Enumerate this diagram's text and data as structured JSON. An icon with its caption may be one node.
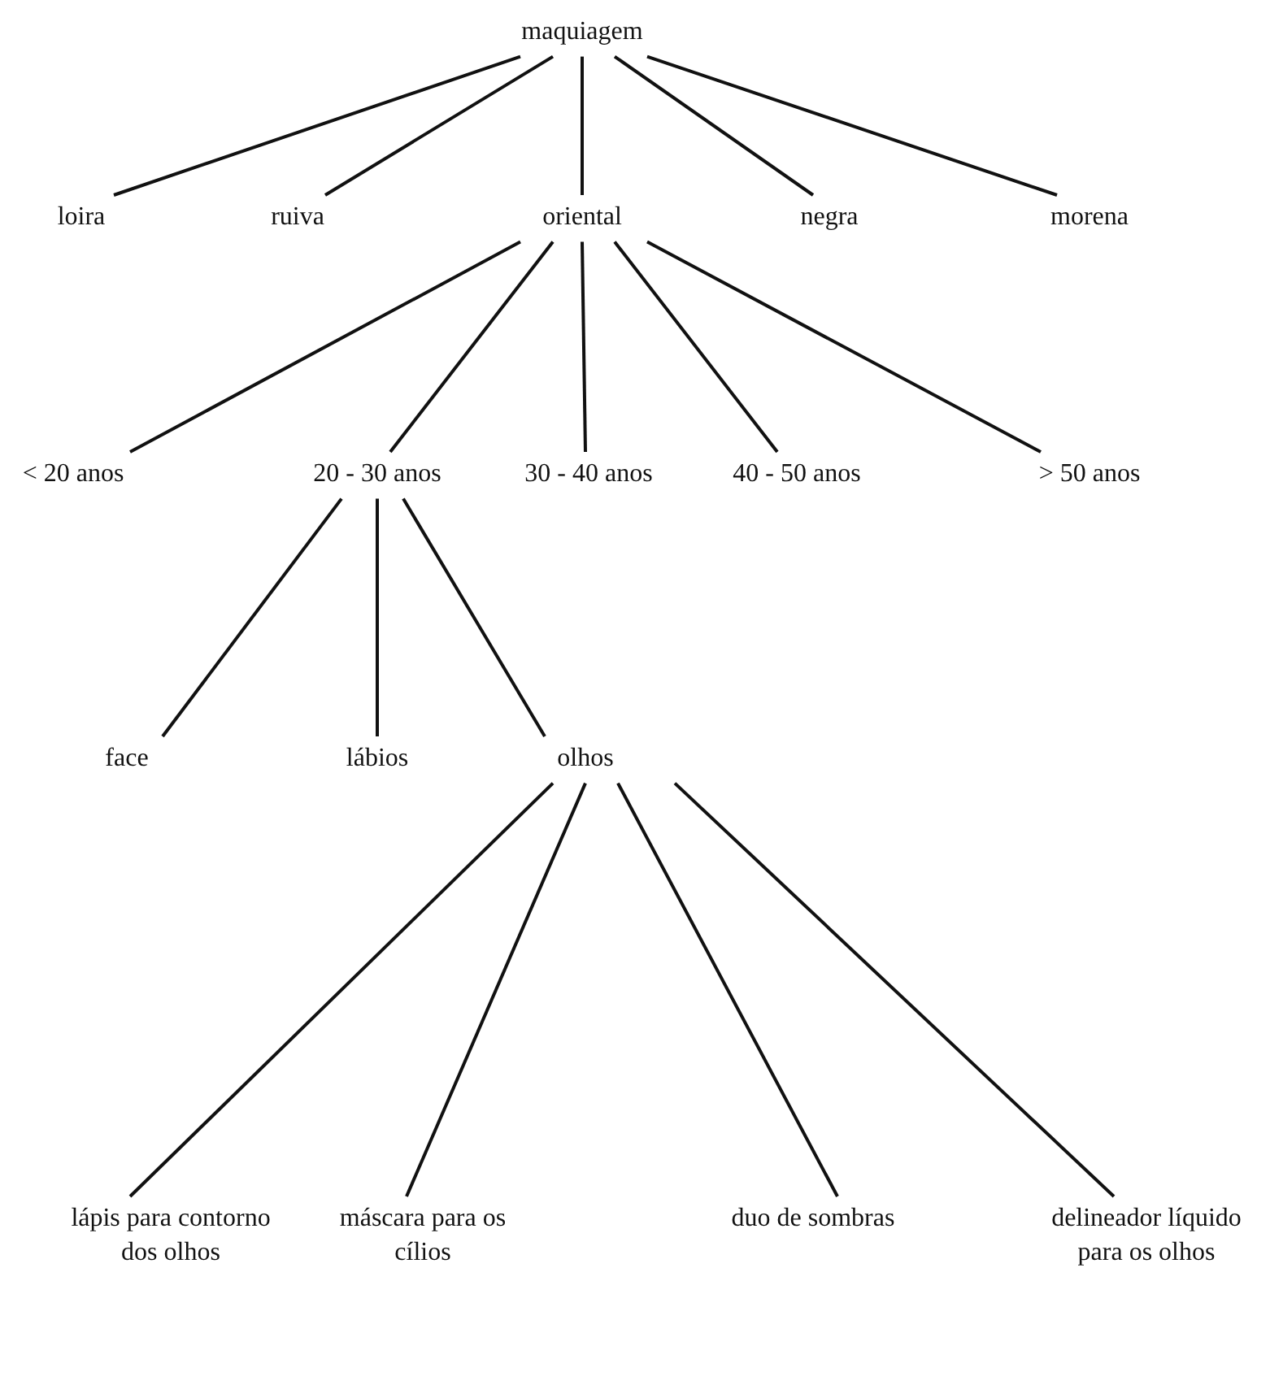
{
  "diagram": {
    "nodes": [
      {
        "text": [
          "maquiagem"
        ]
      },
      {
        "text": [
          "loira"
        ]
      },
      {
        "text": [
          "ruiva"
        ]
      },
      {
        "text": [
          "oriental"
        ]
      },
      {
        "text": [
          "negra"
        ]
      },
      {
        "text": [
          "morena"
        ]
      },
      {
        "text": [
          "< 20 anos"
        ]
      },
      {
        "text": [
          "20 - 30 anos"
        ]
      },
      {
        "text": [
          "30 - 40 anos"
        ]
      },
      {
        "text": [
          "40 - 50 anos"
        ]
      },
      {
        "text": [
          "> 50 anos"
        ]
      },
      {
        "text": [
          "face"
        ]
      },
      {
        "text": [
          "lábios"
        ]
      },
      {
        "text": [
          "olhos"
        ]
      },
      {
        "text": [
          "lápis para contorno dos olhos"
        ]
      },
      {
        "text": [
          "máscara para os cílios"
        ]
      },
      {
        "text": [
          "duo de sombras"
        ]
      },
      {
        "text": [
          "delineador líquido para os olhos"
        ]
      }
    ],
    "edges": [
      {
        "from": 0,
        "to": 1,
        "arrow": "none"
      },
      {
        "from": 0,
        "to": 2,
        "arrow": "none"
      },
      {
        "from": 0,
        "to": 3,
        "arrow": "none"
      },
      {
        "from": 0,
        "to": 4,
        "arrow": "none"
      },
      {
        "from": 0,
        "to": 5,
        "arrow": "none"
      },
      {
        "from": 3,
        "to": 6,
        "arrow": "none"
      },
      {
        "from": 3,
        "to": 7,
        "arrow": "none"
      },
      {
        "from": 3,
        "to": 8,
        "arrow": "none"
      },
      {
        "from": 3,
        "to": 9,
        "arrow": "none"
      },
      {
        "from": 3,
        "to": 10,
        "arrow": "none"
      },
      {
        "from": 7,
        "to": 11,
        "arrow": "none"
      },
      {
        "from": 7,
        "to": 12,
        "arrow": "none"
      },
      {
        "from": 7,
        "to": 13,
        "arrow": "none"
      },
      {
        "from": 13,
        "to": 14,
        "arrow": "none"
      },
      {
        "from": 13,
        "to": 15,
        "arrow": "none"
      },
      {
        "from": 13,
        "to": 16,
        "arrow": "none"
      },
      {
        "from": 13,
        "to": 17,
        "arrow": "none"
      }
    ]
  }
}
